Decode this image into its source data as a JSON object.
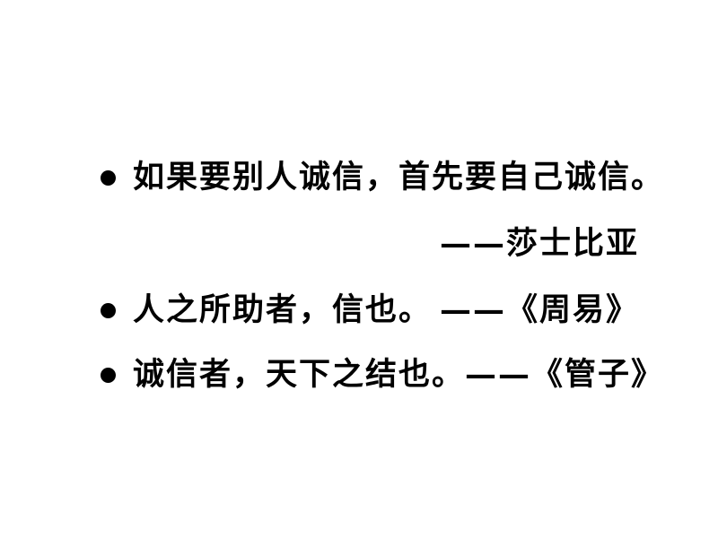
{
  "quotes": [
    {
      "text": "如果要别人诚信，首先要自己诚信。",
      "source": "——莎士比亚"
    },
    {
      "text": "人之所助者，信也。",
      "source": "——《周易》"
    },
    {
      "text": "诚信者，天下之结也。——《管子》"
    }
  ]
}
